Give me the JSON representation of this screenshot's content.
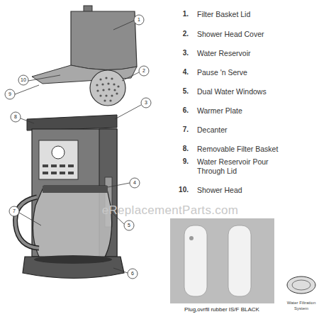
{
  "diagram": {
    "labels": [
      "1",
      "2",
      "3",
      "4",
      "5",
      "6",
      "7",
      "8",
      "9",
      "10",
      "1.",
      "Filter Basket Lid",
      "2.",
      "Shower Head Cover",
      "3.",
      "Water Reservoir",
      "4.",
      "Pause 'n Serve",
      "5.",
      "Dual Water Windows",
      "6.",
      "Warmer Plate",
      "7.",
      "Decanter",
      "8.",
      "Removable Filter Basket",
      "9.",
      "Water Reservoir Pour Through Lid",
      "10.",
      "Shower Head",
      "eReplacementParts.com",
      "Plug,ovrfll rubber IS/F BLACK",
      "Water Filtration System"
    ]
  }
}
